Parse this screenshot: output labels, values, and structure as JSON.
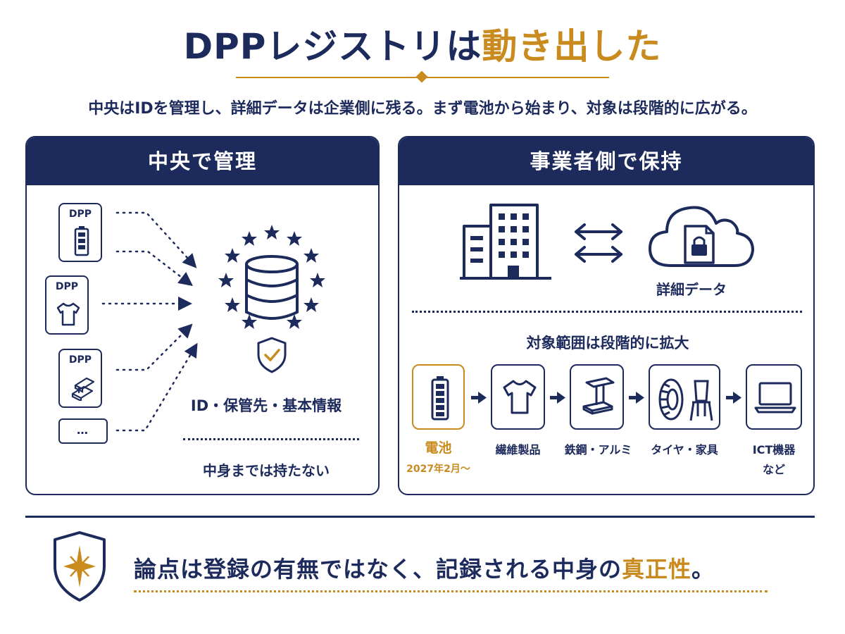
{
  "title": {
    "main": "DPPレジストリは",
    "accent": "動き出した"
  },
  "subtitle": "中央はIDを管理し、詳細データは企業側に残る。まず電池から始まり、対象は段階的に広がる。",
  "left_panel": {
    "header": "中央で管理",
    "dpp_label": "DPP",
    "more_label": "…",
    "center_caption": "ID・保管先・基本情報",
    "footnote": "中身までは持たない",
    "icons": [
      "battery-icon",
      "tshirt-icon",
      "steel-beam-icon",
      "database-icon",
      "eu-stars-icon",
      "shield-check-icon"
    ]
  },
  "right_panel": {
    "header": "事業者側で保持",
    "cloud_caption": "詳細データ",
    "scope_title": "対象範囲は段階的に拡大",
    "steps": [
      {
        "label": "電池",
        "sub": "2027年2月～",
        "icon": "battery-icon",
        "active": true
      },
      {
        "label": "繊維製品",
        "sub": "",
        "icon": "tshirt-icon",
        "active": false
      },
      {
        "label": "鉄鋼・アルミ",
        "sub": "",
        "icon": "steel-beam-icon",
        "active": false
      },
      {
        "label": "タイヤ・家具",
        "sub": "",
        "icon": "tire-chair-icon",
        "active": false
      },
      {
        "label": "ICT機器",
        "sub": "など",
        "icon": "laptop-icon",
        "active": false
      }
    ]
  },
  "conclusion": {
    "main": "論点は登録の有無ではなく、記録される中身の",
    "accent": "真正性",
    "end": "。"
  },
  "colors": {
    "navy": "#1d2a5c",
    "gold": "#c98a1e",
    "white": "#ffffff"
  }
}
